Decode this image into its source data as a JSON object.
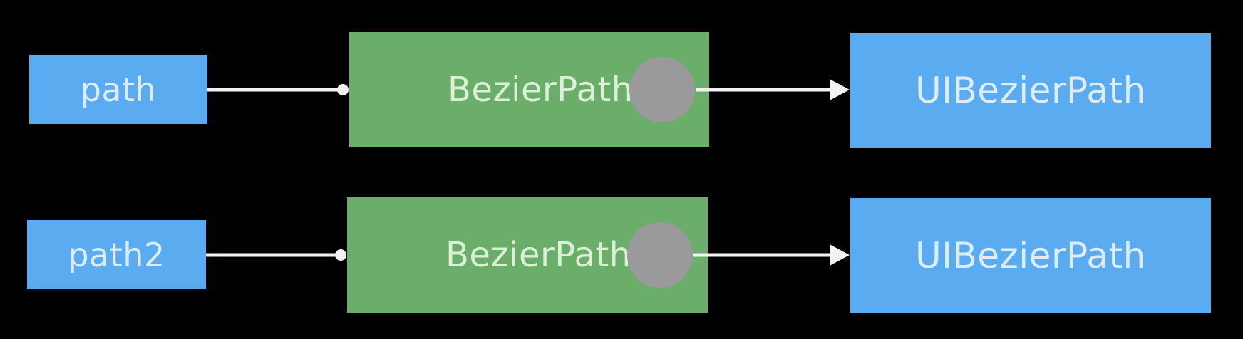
{
  "rows": [
    {
      "variable": "path",
      "wrapper": "BezierPath",
      "target": "UIBezierPath"
    },
    {
      "variable": "path2",
      "wrapper": "BezierPath",
      "target": "UIBezierPath"
    }
  ],
  "colors": {
    "background": "#000000",
    "variable_box": "#5aabf0",
    "wrapper_box": "#6aae6a",
    "target_box": "#5aabf0",
    "reference_circle": "#9a9a9c",
    "connector": "#f2f2f2"
  }
}
